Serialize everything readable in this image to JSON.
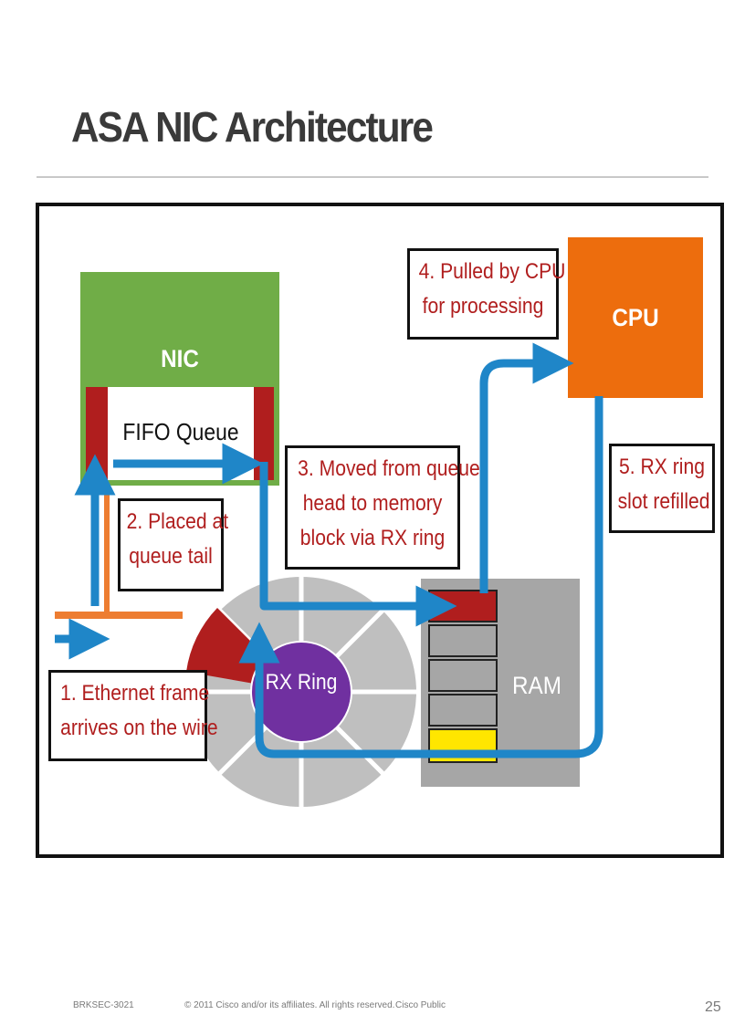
{
  "title": "ASA NIC Architecture",
  "diagram": {
    "nic_label": "NIC",
    "fifo_label": "FIFO Queue",
    "cpu_label": "CPU",
    "ram_label": "RAM",
    "rx_ring_label": "RX Ring",
    "callouts": {
      "step1": [
        "1. Ethernet frame",
        "arrives on the wire"
      ],
      "step2": [
        "2. Placed at",
        "queue tail"
      ],
      "step3": [
        "3. Moved from queue",
        "head to memory",
        "block via RX ring"
      ],
      "step4": [
        "4. Pulled by CPU",
        "for processing"
      ],
      "step5": [
        "5. RX ring",
        "slot refilled"
      ]
    },
    "colors": {
      "nic": "#70ad47",
      "cpu": "#ed6d0d",
      "ram": "#a6a6a6",
      "arrow": "#1f86c8",
      "wire": "#ed7d31",
      "queue_slot": "#b01e1e",
      "ring": "#7030a0",
      "free_slot": "#ffe600"
    }
  },
  "footer": {
    "session": "BRKSEC-3021",
    "copyright": "© 2011 Cisco and/or its affiliates. All rights reserved.",
    "classification": "Cisco Public",
    "page": "25"
  }
}
